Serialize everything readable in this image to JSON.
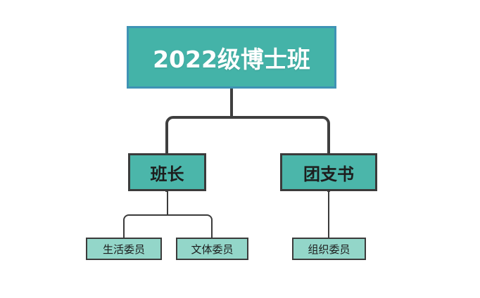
{
  "diagram": {
    "title_text": "2022级博士班",
    "type": "organization-chart",
    "background_color": "#ffffff",
    "colors": {
      "root_fill": "#44b3a8",
      "root_border": "#3f93b5",
      "root_text": "#ffffff",
      "mid_fill": "#4bb6aa",
      "mid_border": "#3b3b3b",
      "mid_text": "#1d1d1d",
      "leaf_fill": "#93d6c9",
      "leaf_border": "#3b3b3b",
      "leaf_text": "#1d1d1d",
      "connector_primary": "#3f3f3f",
      "connector_secondary": "#3b3b3b"
    },
    "nodes": {
      "root": {
        "label": "2022级博士班",
        "level": 0
      },
      "monitor": {
        "label": "班长",
        "level": 1
      },
      "secretary": {
        "label": "团支书",
        "level": 1
      },
      "life_officer": {
        "label": "生活委员",
        "level": 2
      },
      "culture_officer": {
        "label": "文体委员",
        "level": 2
      },
      "organization_officer": {
        "label": "组织委员",
        "level": 2
      }
    },
    "edges": [
      {
        "from": "root",
        "to": "monitor"
      },
      {
        "from": "root",
        "to": "secretary"
      },
      {
        "from": "monitor",
        "to": "life_officer"
      },
      {
        "from": "monitor",
        "to": "culture_officer"
      },
      {
        "from": "secretary",
        "to": "organization_officer"
      }
    ]
  }
}
